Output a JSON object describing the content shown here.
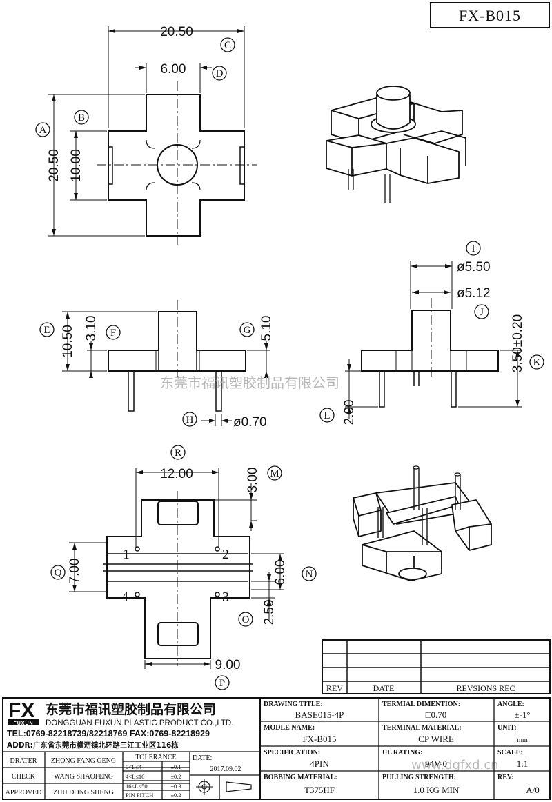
{
  "part_number": "FX-B015",
  "watermark_cn": "东莞市福讯塑胶制品有限公司",
  "watermark_url": "www.dgfxd.cn",
  "top_view": {
    "dims": {
      "width": "20.50",
      "slot": "6.00",
      "height": "20.50",
      "inner": "10.00"
    },
    "labels": {
      "A": "A",
      "B": "B",
      "C": "C",
      "D": "D"
    }
  },
  "front_view": {
    "dims": {
      "total_h": "10.50",
      "flange_h": "3.10",
      "side_h": "5.10",
      "pin_d": "ø0.70"
    },
    "labels": {
      "E": "E",
      "F": "F",
      "G": "G",
      "H": "H"
    }
  },
  "side_view": {
    "dims": {
      "outer_d": "ø5.50",
      "inner_d": "ø5.12",
      "base_h": "3.50±0.20",
      "pin_len": "2.00"
    },
    "labels": {
      "I": "I",
      "J": "J",
      "K": "K",
      "L": "L"
    }
  },
  "bottom_view": {
    "dims": {
      "top_w": "12.00",
      "top_off": "3.00",
      "left_h": "7.00",
      "right_h": "6.00",
      "gap": "2.50",
      "bottom_w": "9.00"
    },
    "labels": {
      "M": "M",
      "N": "N",
      "O": "O",
      "P": "P",
      "Q": "Q",
      "R": "R"
    },
    "pins": [
      "1",
      "2",
      "3",
      "4"
    ]
  },
  "revision_table": {
    "headers": [
      "REV",
      "DATE",
      "REVSIONS REC"
    ]
  },
  "company": {
    "logo": "FX",
    "logo_sub": "FUXUN",
    "name_cn": "东莞市福讯塑胶制品有限公司",
    "name_en": "DONGGUAN FUXUN PLASTIC PRODUCT CO.,LTD.",
    "tel": "TEL:0769-82218739/82218769 FAX:0769-82218929",
    "addr": "ADDR:广东省东莞市横沥镇北环路三江工业区116栋"
  },
  "people": [
    {
      "role": "DRATER",
      "name": "ZHONG FANG GENG"
    },
    {
      "role": "CHECK",
      "name": "WANG SHAOFENG"
    },
    {
      "role": "APPROVED",
      "name": "ZHU DONG SHENG"
    }
  ],
  "tolerance": {
    "title": "TOLERANCE",
    "rows": [
      {
        "range": "0<L≤4",
        "tol": "±0.1"
      },
      {
        "range": "4<L≤16",
        "tol": "±0.2"
      },
      {
        "range": "16<L≤50",
        "tol": "±0.3"
      },
      {
        "range": "PIN PITCH",
        "tol": "±0.2"
      }
    ]
  },
  "date": {
    "label": "DATE:",
    "value": "2017.09.02"
  },
  "fields": {
    "drawing_title": {
      "label": "DRAWING TITLE:",
      "value": "BASE015-4P"
    },
    "terminal_dim": {
      "label": "TERMIAL DIMENTION:",
      "value": "□0.70"
    },
    "angle": {
      "label": "ANGLE:",
      "value": "±-1°"
    },
    "module_name": {
      "label": "MODLE NAME:",
      "value": "FX-B015"
    },
    "terminal_mat": {
      "label": "TERMINAL MATERIAL:",
      "value": "CP WIRE"
    },
    "unit": {
      "label": "UNIT:",
      "value": "mm"
    },
    "spec": {
      "label": "SPECIFICATION:",
      "value": "4PIN"
    },
    "ul": {
      "label": "UL RATING:",
      "value": "94V-0"
    },
    "scale": {
      "label": "SCALE:",
      "value": "1:1"
    },
    "bobbin": {
      "label": "BOBBING MATERIAL:",
      "value": "T375HF"
    },
    "pull": {
      "label": "PULLING STRENGTH:",
      "value": "1.0 KG MIN"
    },
    "rev": {
      "label": "REV:",
      "value": "A/0"
    }
  }
}
